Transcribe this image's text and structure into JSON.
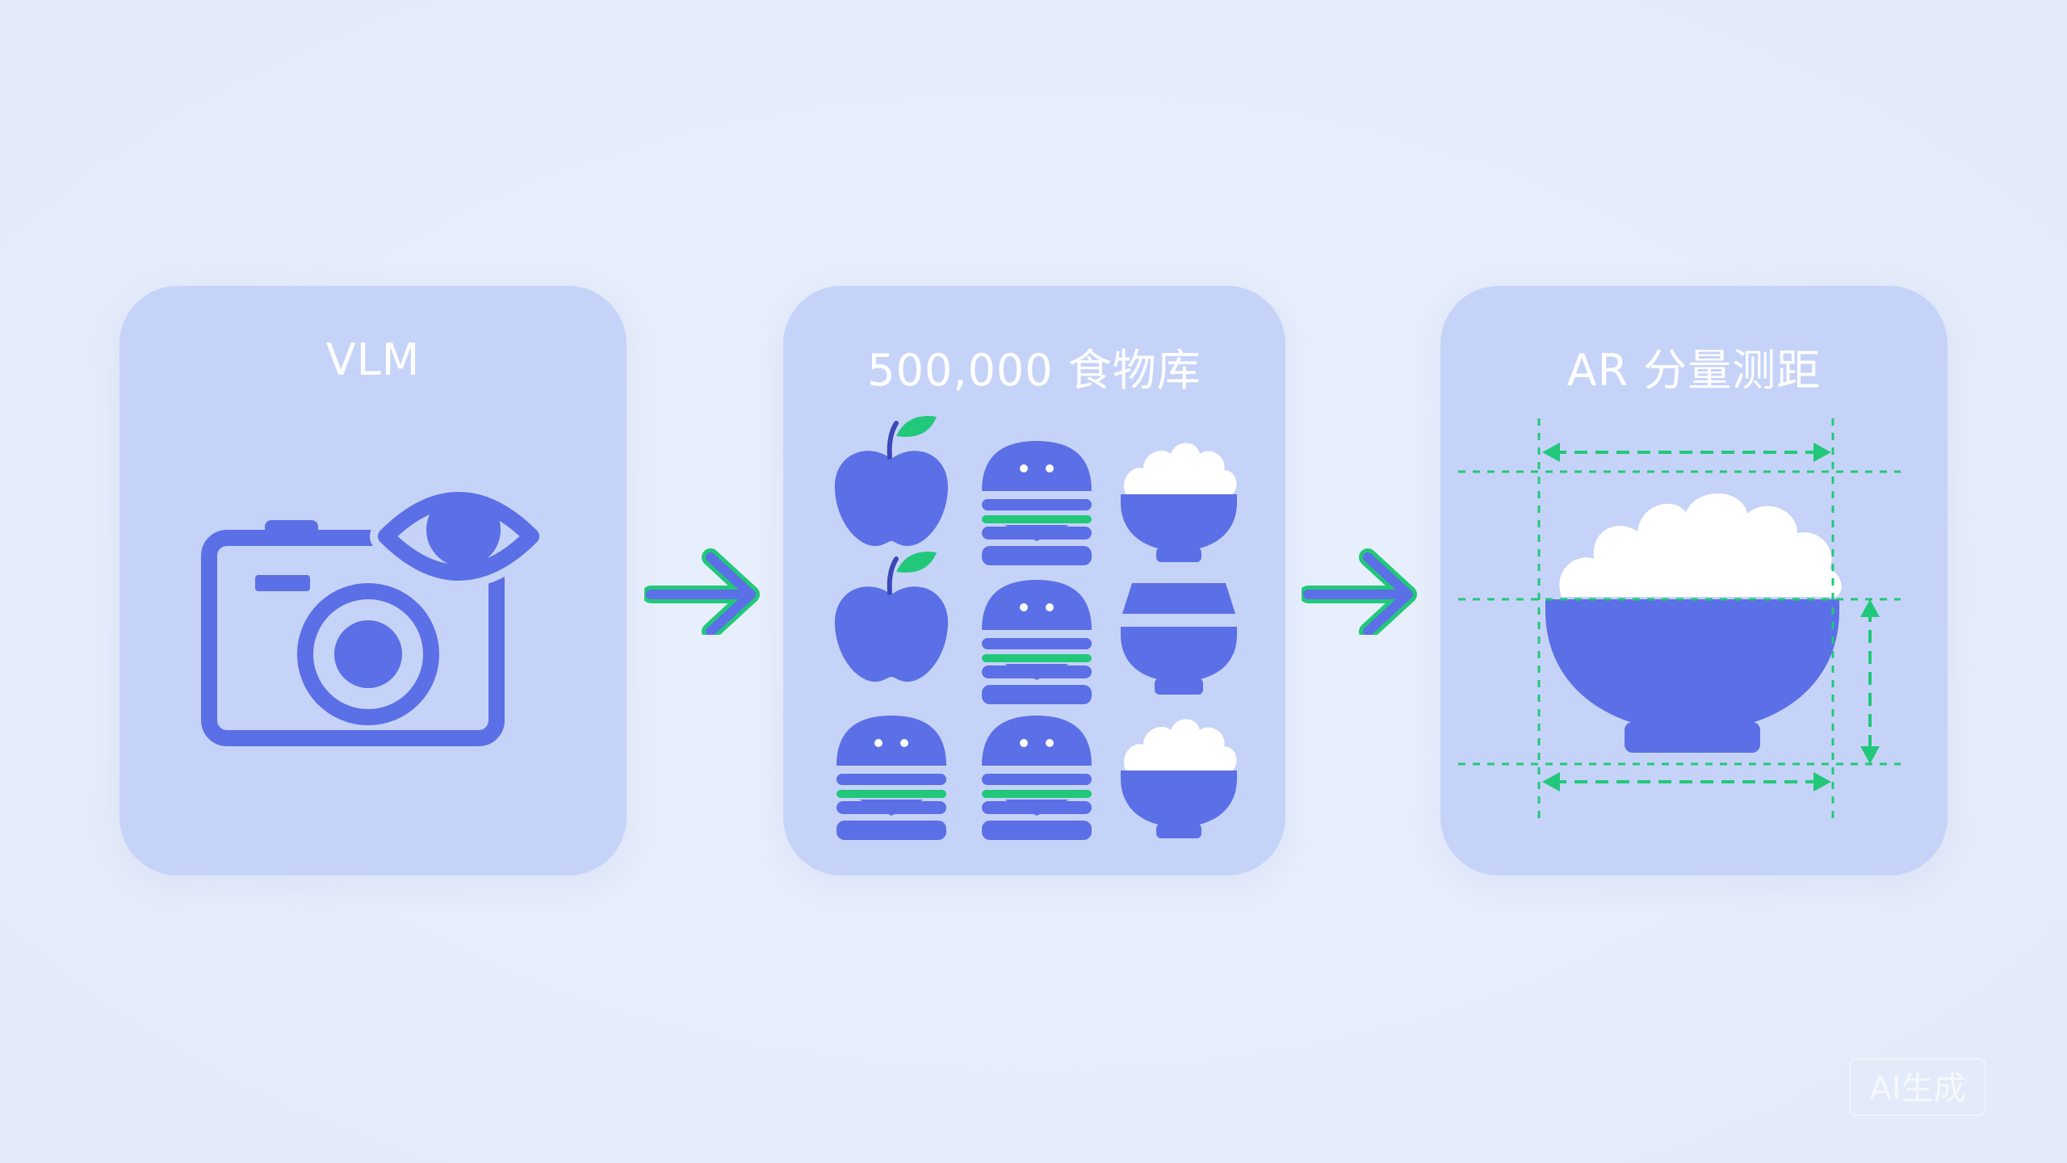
{
  "steps": [
    {
      "title": "VLM",
      "icon": "camera-eye-icon"
    },
    {
      "title": "500,000 食物库",
      "icon": "food-grid-icon",
      "items": [
        "apple",
        "burger",
        "rice-bowl",
        "apple",
        "burger",
        "bowl",
        "burger",
        "burger",
        "rice-bowl"
      ]
    },
    {
      "title": "AR 分量测距",
      "icon": "ar-measure-bowl-icon"
    }
  ],
  "watermark": "AI生成",
  "colors": {
    "card": "#c6d3f8",
    "icon": "#5b6fe6",
    "accent": "#22c87a",
    "title": "#ffffff"
  }
}
